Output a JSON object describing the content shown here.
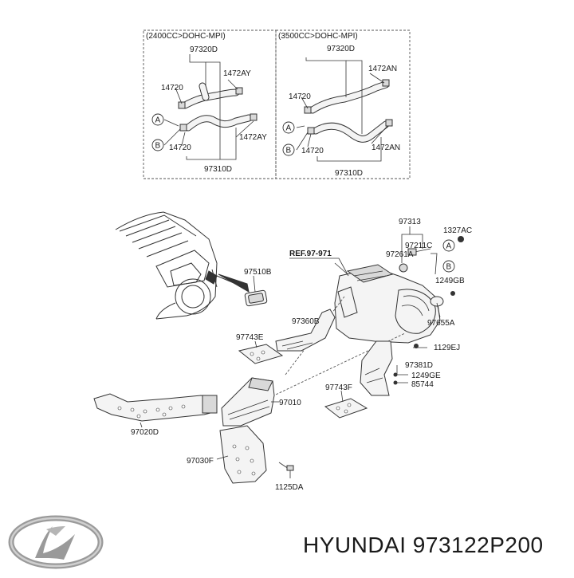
{
  "inset_left": {
    "header": "(2400CC>DOHC-MPI)",
    "labels": [
      "97320D",
      "1472AY",
      "14720",
      "14720",
      "1472AY",
      "97310D"
    ],
    "markers": [
      "A",
      "B"
    ]
  },
  "inset_right": {
    "header": "(3500CC>DOHC-MPI)",
    "labels": [
      "97320D",
      "1472AN",
      "14720",
      "14720",
      "1472AN",
      "97310D"
    ],
    "markers": [
      "A",
      "B"
    ]
  },
  "main": {
    "ref_label": "REF.97-971",
    "labels": [
      "97313",
      "1327AC",
      "97211C",
      "97261A",
      "1249GB",
      "97510B",
      "97360B",
      "97655A",
      "97743E",
      "1129EJ",
      "97381D",
      "1249GE",
      "85744",
      "97743F",
      "97010",
      "97020D",
      "97030F",
      "1125DA"
    ],
    "markers": [
      "A",
      "B"
    ]
  },
  "brand": {
    "logo": "hyundai-logo",
    "caption": "HYUNDAI 973122P200"
  }
}
